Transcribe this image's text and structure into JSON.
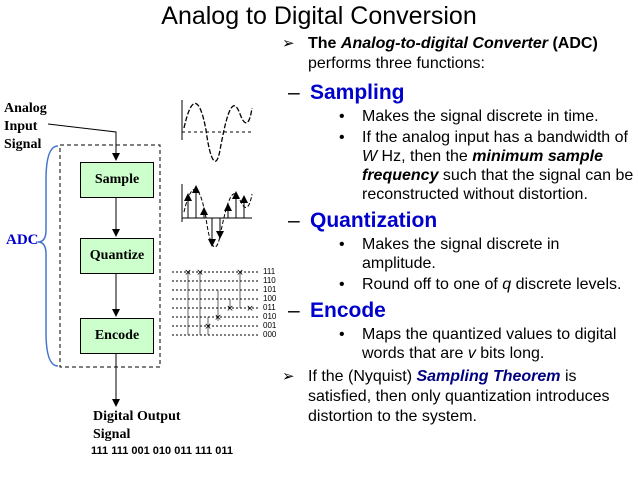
{
  "title": "Analog to Digital Conversion",
  "diagram": {
    "analog_input": [
      "Analog",
      "Input",
      "Signal"
    ],
    "adc_label": "ADC",
    "blocks": {
      "sample": "Sample",
      "quantize": "Quantize",
      "encode": "Encode"
    },
    "digital_output": [
      "Digital Output",
      "Signal"
    ],
    "output_bits": "111 111 001 010 011 111 011",
    "quant_levels": [
      "111",
      "110",
      "101",
      "100",
      "011",
      "010",
      "001",
      "000"
    ]
  },
  "text": {
    "intro": {
      "pre": "The ",
      "em": "Analog-to-digital Converter",
      "post": " (ADC)",
      "line2": "performs three functions:"
    },
    "sampling": {
      "heading": "Sampling",
      "b1": "Makes the signal discrete in time.",
      "b2_a": "If the analog input has a bandwidth of ",
      "b2_w": "W",
      "b2_b": " Hz, then the ",
      "b2_em": "minimum sample frequency",
      "b2_c": " such that the signal can be reconstructed without distortion."
    },
    "quantization": {
      "heading": "Quantization",
      "b1": "Makes the signal discrete in amplitude.",
      "b2_a": "Round off to one of ",
      "b2_q": "q",
      "b2_b": " discrete levels."
    },
    "encode": {
      "heading": "Encode",
      "b1_a": "Maps the quantized values to digital words that are ",
      "b1_v": "v",
      "b1_b": " bits long."
    },
    "nyquist": {
      "pre": "If the (Nyquist) ",
      "em": "Sampling Theorem",
      "post": " is satisfied, then only quantization introduces distortion to the system."
    }
  }
}
